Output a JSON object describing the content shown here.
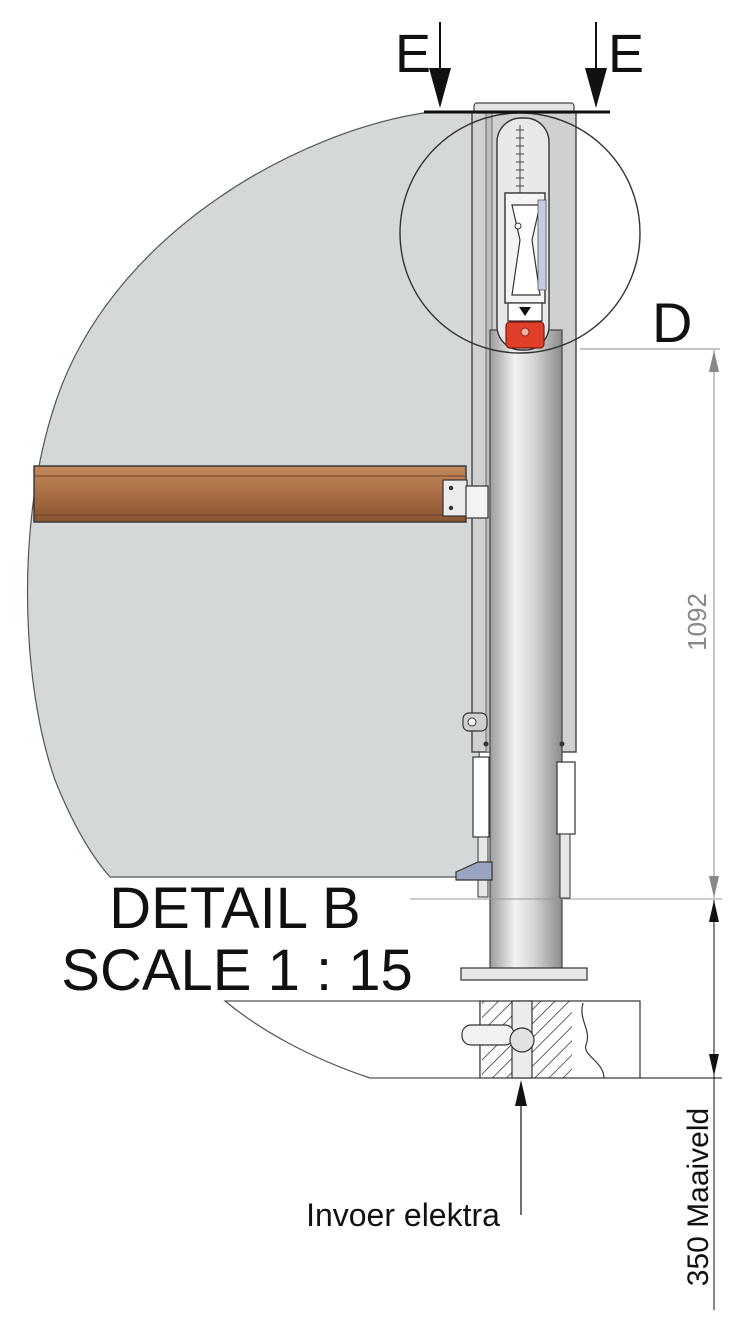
{
  "section_labels": {
    "left": "E",
    "right": "E"
  },
  "detail_label": "D",
  "detail_title": {
    "line1": "DETAIL B",
    "line2": "SCALE 1 : 15"
  },
  "dimensions": {
    "upper": "1092",
    "lower": "350 Maaiveld"
  },
  "callout": "Invoer elektra",
  "colors": {
    "wood": "#a86d45",
    "shade": "#d5d8d8",
    "steel": "#dcdcdc",
    "accent_red": "#e0402a",
    "bracket": "#9aa4c0",
    "dimension": "#888888"
  }
}
